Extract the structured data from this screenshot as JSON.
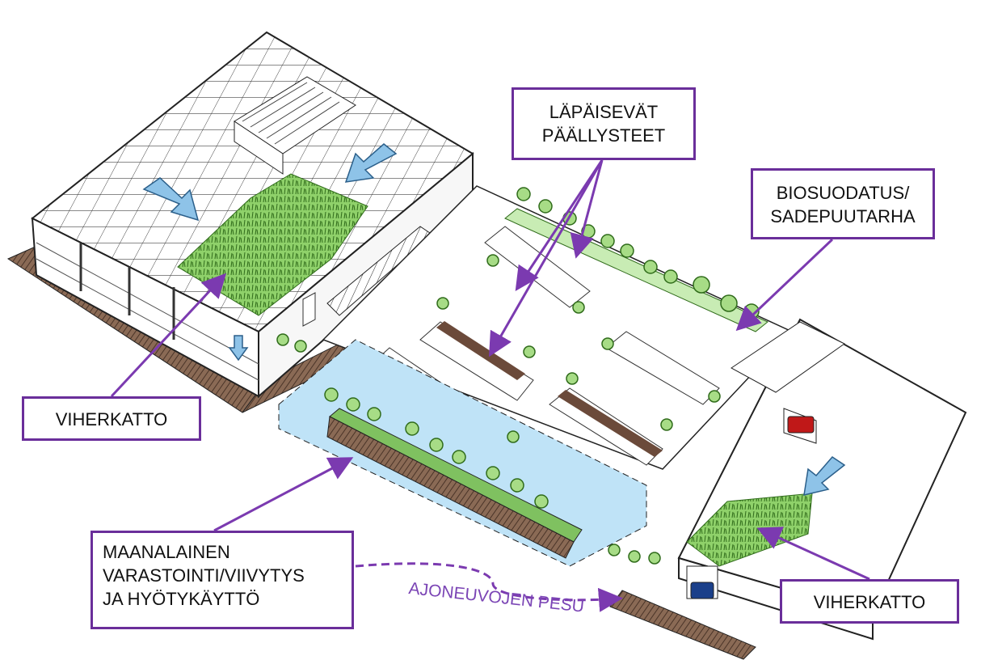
{
  "labels": {
    "paallysteet": {
      "line1": "LÄPÄISEVÄT",
      "line2": "PÄÄLLYSTEET"
    },
    "biosuodatus": {
      "line1": "BIOSUODATUS/",
      "line2": "SADEPUUTARHA"
    },
    "viherkatto_left": "VIHERKATTO",
    "viherkatto_right": "VIHERKATTO",
    "maanalainen": {
      "line1": "MAANALAINEN",
      "line2": "VARASTOINTI/VIIVYTYS",
      "line3": "JA HYÖTYKÄYTTÖ"
    },
    "pesu": "AJONEUVOJEN PESU"
  },
  "colors": {
    "callout": "#6a2e9a",
    "pesu_text": "#7b45b5",
    "green_roof": "#8fd16a",
    "water": "#bfe3f7",
    "arrow_blue": "#8ec3e8",
    "soil": "#8a6a55",
    "tree": "#a7dc86",
    "red_car": "#c01818",
    "blue_car": "#1a3f8a"
  }
}
